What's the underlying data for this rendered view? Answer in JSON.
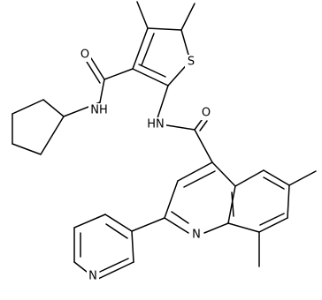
{
  "figure": {
    "type": "chemical-structure",
    "background": "#ffffff",
    "stroke_color": "#000000"
  },
  "atoms": {
    "amide_oxygen_1": "O",
    "amide_nh_1": "NH",
    "thiophene_sulfur": "S",
    "amide_nh_2": "HN",
    "amide_oxygen_2": "O",
    "quinoline_nitrogen": "N",
    "pyridine_nitrogen": "N"
  }
}
